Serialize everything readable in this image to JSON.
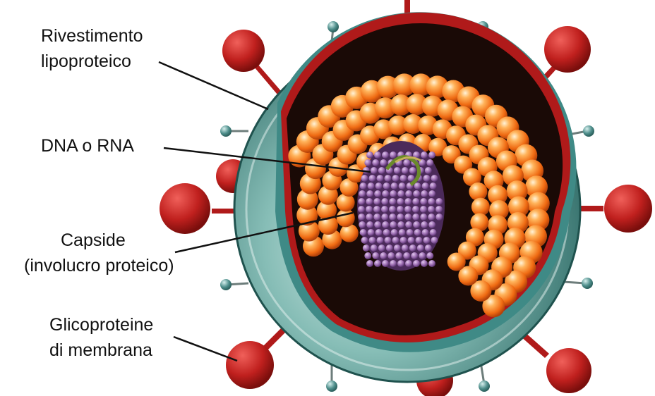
{
  "labels": {
    "envelope": {
      "line1": "Rivestimento",
      "line2": "lipoproteico"
    },
    "genome": {
      "line1": "DNA o RNA"
    },
    "capsid": {
      "line1": "Capside",
      "line2": "(involucro proteico)"
    },
    "glycoproteins": {
      "line1": "Glicoproteine",
      "line2": "di membrana"
    }
  },
  "colors": {
    "envelope": "#3f8a86",
    "envelope_dark": "#24605c",
    "envelope_inner": "#c9e3de",
    "membrane_red": "#b01a1a",
    "interior": "#1a0a06",
    "capsomer": "#f27a1e",
    "capsomer_highlight": "#ffd7a0",
    "genome": "#8a5a9a",
    "spike_head": "#c0201e",
    "small_knob": "#4f8f8c"
  }
}
